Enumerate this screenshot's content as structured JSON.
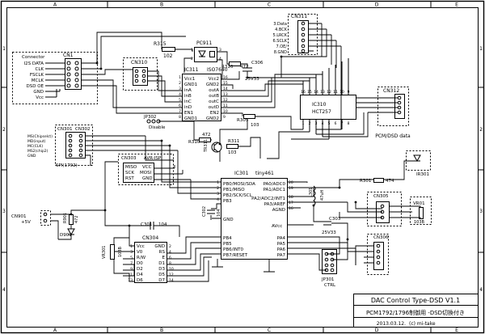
{
  "frame": {
    "cols": [
      "A",
      "B",
      "C",
      "D",
      "E"
    ],
    "rows": [
      "1",
      "2",
      "3",
      "4"
    ]
  },
  "title_block": {
    "title": "DAC Control Type-DSD V1.1",
    "subtitle": "PCM1792/1796制御用 -DSD切換付き",
    "date": "2013.03.12.",
    "author": "(c) mi-take"
  },
  "connectors": {
    "cn1": {
      "ref": "CN1",
      "group_label": "Connector",
      "pins": [
        "I2S DATA",
        "CLK",
        "FSCLK",
        "MCLK",
        "DSD OE",
        "GND",
        "Vcc"
      ]
    },
    "cn310": {
      "ref": "CN310"
    },
    "cn311": {
      "ref": "CN311",
      "pins": [
        "3.Data",
        "4.BCK",
        "5.LRCK",
        "6.SCLK",
        "7.OE/",
        "8.GND"
      ]
    },
    "cn312": {
      "ref": "CN312",
      "caption": "PCM/DSD data"
    },
    "cn301": {
      "ref": "CN301"
    },
    "cn302": {
      "ref": "CN302",
      "pins": [
        "MS(Chipselct)",
        "MD(input)",
        "MC(CLK)",
        "MS2(chip2)",
        "GND"
      ],
      "caption": "SPI(1792)"
    },
    "cn303": {
      "ref": "CN303",
      "caption": "AVR-ISP",
      "pins": [
        "MISO",
        "VCC",
        "SCK",
        "MOSI",
        "RST",
        "GND"
      ]
    },
    "cn304": {
      "ref": "CN304",
      "left_pins": [
        "Vcc",
        "V0",
        "R/W",
        "D0",
        "D2",
        "D4",
        "D6"
      ],
      "right_pins": [
        "GND",
        "RS",
        "E",
        "D1",
        "D3",
        "D5",
        "D7"
      ]
    },
    "cn305": {
      "ref": "CN305"
    },
    "cn306": {
      "ref": "CN306"
    },
    "cn901": {
      "ref": "CN901",
      "label": "+5V"
    }
  },
  "parts": {
    "ic311": {
      "ref": "IC311",
      "name": "ISO7640",
      "left_pins": [
        "Vcc1",
        "GND1",
        "inA",
        "inB",
        "inC",
        "inD",
        "EN1",
        "GND1"
      ],
      "right_pins": [
        "Vcc2",
        "GND2",
        "outA",
        "outB",
        "outC",
        "outD",
        "EN2",
        "GND2"
      ]
    },
    "ic310": {
      "ref": "IC310",
      "name": "HCT257"
    },
    "ic301": {
      "ref": "IC301",
      "name": "tiny461",
      "left_pins": [
        "PB0/MOSI/SDA",
        "PB1/MISO",
        "PB2/SCK/SCL",
        "PB3"
      ],
      "right_pins": [
        "PA0/ADC0",
        "PA1/ADC1",
        "PA2/ADC2/INT1",
        "PA3/AREF",
        "AGND"
      ],
      "lower_left": [
        "PB4",
        "PB5",
        "PB6/INT0",
        "PB7/RESET"
      ],
      "lower_right": [
        "PA4",
        "PA5",
        "PA6",
        "PA7"
      ],
      "side_labels": [
        "GND",
        "AVcc"
      ],
      "left_nums": [
        "1",
        "2",
        "3",
        "4"
      ],
      "right_nums": [
        "20",
        "19",
        "18",
        "17",
        "16"
      ]
    },
    "pc911": {
      "ref": "PC911"
    },
    "r315": {
      "ref": "R315",
      "value": "102"
    },
    "r316": {
      "ref": "R316",
      "value": "472"
    },
    "c306": {
      "ref": "C306",
      "value": "25V33"
    },
    "r305": {
      "ref": "R305",
      "value": "103"
    },
    "jp302": {
      "ref": "JP302",
      "label": "Disable"
    },
    "r310": {
      "ref": "R310",
      "value": "472"
    },
    "r311": {
      "ref": "R311",
      "value": "103"
    },
    "tr311": {
      "ref": "TR311"
    },
    "jp301": {
      "ref": "JP301",
      "label": "CTRL"
    },
    "c301": {
      "ref": "C301",
      "value": "104"
    },
    "c302": {
      "ref": "C302",
      "value": "104"
    },
    "l301": {
      "ref": "L301",
      "value": "47uH"
    },
    "c303": {
      "ref": "C303",
      "value": "25V33"
    },
    "r301": {
      "ref": "R301",
      "value": "474"
    },
    "ir301": {
      "ref": "IR301"
    },
    "vr01": {
      "ref": "VR01",
      "value": "103B"
    },
    "vr301": {
      "ref": "VR301",
      "value": "103B"
    },
    "r901": {
      "ref": "R901",
      "value": "472"
    },
    "d901": {
      "ref": "D901"
    }
  },
  "pin_numbers": {
    "ic311_left": [
      "1",
      "2",
      "3",
      "4",
      "5",
      "6",
      "7",
      "8"
    ],
    "ic311_right": [
      "16",
      "15",
      "14",
      "13",
      "12",
      "11",
      "10",
      "9"
    ],
    "ic310_top": [
      "16",
      "15",
      "14",
      "13",
      "12",
      "11",
      "10",
      "9"
    ],
    "ic310_bottom": [
      "1",
      "2",
      "3",
      "4",
      "5",
      "6",
      "7",
      "8"
    ],
    "pc911": [
      "1",
      "2",
      "3",
      "4"
    ],
    "cn304_left": [
      "1",
      "3",
      "5",
      "7",
      "9",
      "11",
      "13"
    ],
    "cn304_right": [
      "2",
      "4",
      "6",
      "8",
      "10",
      "12",
      "14"
    ]
  }
}
